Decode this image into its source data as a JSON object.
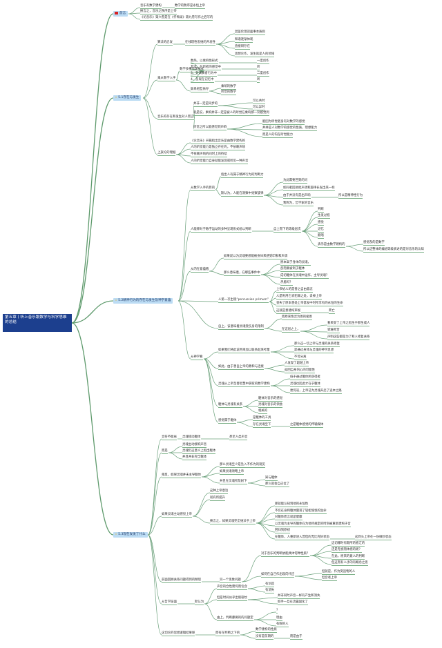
{
  "root": "第五章丨听上音乐跟数学与科学思维的总结",
  "preface": {
    "label": "前言",
    "items": [
      "音乐有数学建构",
      "数学的秩序是永恒上帝",
      "换言之，音乐之秩序是上帝",
      "《论音乐》第六卷是在《忏悔录》第九卷写作之后写的"
    ]
  },
  "section1": {
    "label": "5.1存在与发生",
    "items": [
      "算法的启发",
      "在线理性思维的开发性",
      "混鉴伦理双面事本质则",
      "和谐逐渐体现",
      "直接研存在",
      "思想论作、发生就是人的领域",
      "乘从数学入手",
      "数学多重呈现形式",
      "数热，以乘响性形式",
      "一度创作",
      "其次，在听者的感觉中",
      "听",
      "3、在演奏者行为中",
      "二度创作",
      "4、呈现在记忆中",
      "听",
      "联系相互依存",
      "乘响的数学",
      "听觉的数学",
      "音乐的存在和发生对人而言",
      "并非一定是同步的",
      "可以共时",
      "可以异时",
      "就是说，乘响并非一定是被人的听觉在乘响那一刻感觉到",
      "听觉之所以能感觉到声响",
      "能因为听觉者身有对数学的感觉",
      "并并是人对数学的感觉的性质，理想能力",
      "而是人的内在听觉能力",
      "上族论的理据",
      "《论音乐》开篇指出音乐是由数学建构的",
      "人的听觉能力是独立存在的，不依赖声响",
      "不依赖声响的同时上的持续",
      "人的听觉能力自身就能发现或听见一种声音"
    ]
  },
  "section2": {
    "label": "5.2精神行为的存在与发生及神学意蕴",
    "items": [
      "从数学入手的目的",
      "指出人有属于精神行为的判断力",
      "斯认为，人能在洞察中觉察旋律",
      "为此需要回到的问",
      "如同者回进批声调和旋律长发出来一样",
      "由于并没有是出声响",
      "所以是精神性行为",
      "我称为，哲学家的音乐",
      "人能够对于数字运动的多种呈现形式给以判断",
      "自上而下的等级层次",
      "判断",
      "生发过程",
      "感觉",
      "记忆",
      "能唱",
      "表示是由数学建构的",
      "感觉及的是数字",
      "所以这整体的编组等级表述的是对音乐的认知",
      "从内在意蕴看",
      "如果说以为灵魂要想能被身体来感受印象和声调",
      "那么意味着，在哪些事件中",
      "原本高于身体的灵魂，",
      "反而要被制于躯体",
      "成切躯体在灵魂中运作，主导灵魂？",
      "矛盾吗？",
      "人第一次出现“percussion primum”",
      "上帝给人的是善之自由意志",
      "人是利用它去犯罪之处，丢掉上帝",
      "丧失了原本善处上帝意发中时所享有的永恒的生命",
      "这就是意德纯审视",
      "死亡",
      "自上，该意味着灵魂受伤身的限制",
      "而原来性灵为善的极善",
      "在这层之上，",
      "看来受了上帝之指生于那生成人",
      "受难死苦",
      "声明这些都是为了和人修复关系",
      "从神学看",
      "如果我们将此说用来加以联系起来考量",
      "那么这一切上帝与灵魂的关系修复",
      "是通过身体与灵魂的神学思想",
      "不可分离",
      "如此，由于善自上帝的教和与连接",
      "人发现了超越上帝",
      "返回自身内心的可能性",
      "灵魂从上帝至善智慧中获取的数学建构",
      "低于通过躯体所获得者",
      "灵魂也因此才在于躯体",
      "更何况，上帝已为灵魂开启了追本之路",
      "躯体与灵魂有关系",
      "躯体对音乐的感觉",
      "灵魂对音乐的领会",
      "相关的",
      "感觉属于躯体",
      "是躯体的工具",
      "存在灵魂至下",
      "之是躯体感觉的传输媒体"
    ]
  },
  "section3": {
    "label": "5.3现在发发了什么",
    "items": [
      "音符不能省",
      "灵魂接动躯体",
      "甚至人类声音",
      "而是",
      "灵魂主动接响声音",
      "灵魂仍这意义上指出躯体",
      "并且并非完全躯体",
      "相反，如果灵魂并未主导躯体",
      "那么灵魂至少是坠入不作为的观见",
      "如果灵魂领略上帝",
      "并且在灵魂所及耐下",
      "知与躯体",
      "那么就会自己位了",
      "如果灵魂主动感觉上帝",
      "这种上帝意旨",
      "就有所提升",
      "换言之，如果灵魂完全维法于上帝",
      "那就能认知到他的永恒性",
      "不仅在身和躯体震荡了轻松愉悦的生命",
      "对躯体而言就是健康",
      "以灵魂为主导的躯体在为他所规定的时刻被重新建构于音",
      "回归到原初",
      "在躯体，人重新进入曾但的无比完好状态",
      "这到头上帝在一份微妙状态",
      "前面回顾关系问题得到的精现",
      "另一个现象问题",
      "对于音乐的判断依能具体何种性质？",
      "这切哪时有期所的者汇的",
      "还是无视而体感的呢？",
      "在此，原来的意人的判断",
      "但这而有人涉的有概念之思",
      "如何在自己作出现向代应",
      "但就是，作为受追物的人",
      "但音者上帝",
      "从哲学层面",
      "斯认为",
      "声音的合性需何而包含",
      "有创造",
      "有消失",
      "但是时间似乎出假裂纹",
      "并非同时声音一样有产生和消失",
      "如手一旦在流露固化了",
      "由上，判断藤要的的问题定",
      "?",
      "理由",
      "有限的人",
      "这切论的思想逻辑结果呢",
      "而有在判断之下的",
      "数学建构的性质",
      "没有是前期的",
      "而是由于"
    ]
  }
}
